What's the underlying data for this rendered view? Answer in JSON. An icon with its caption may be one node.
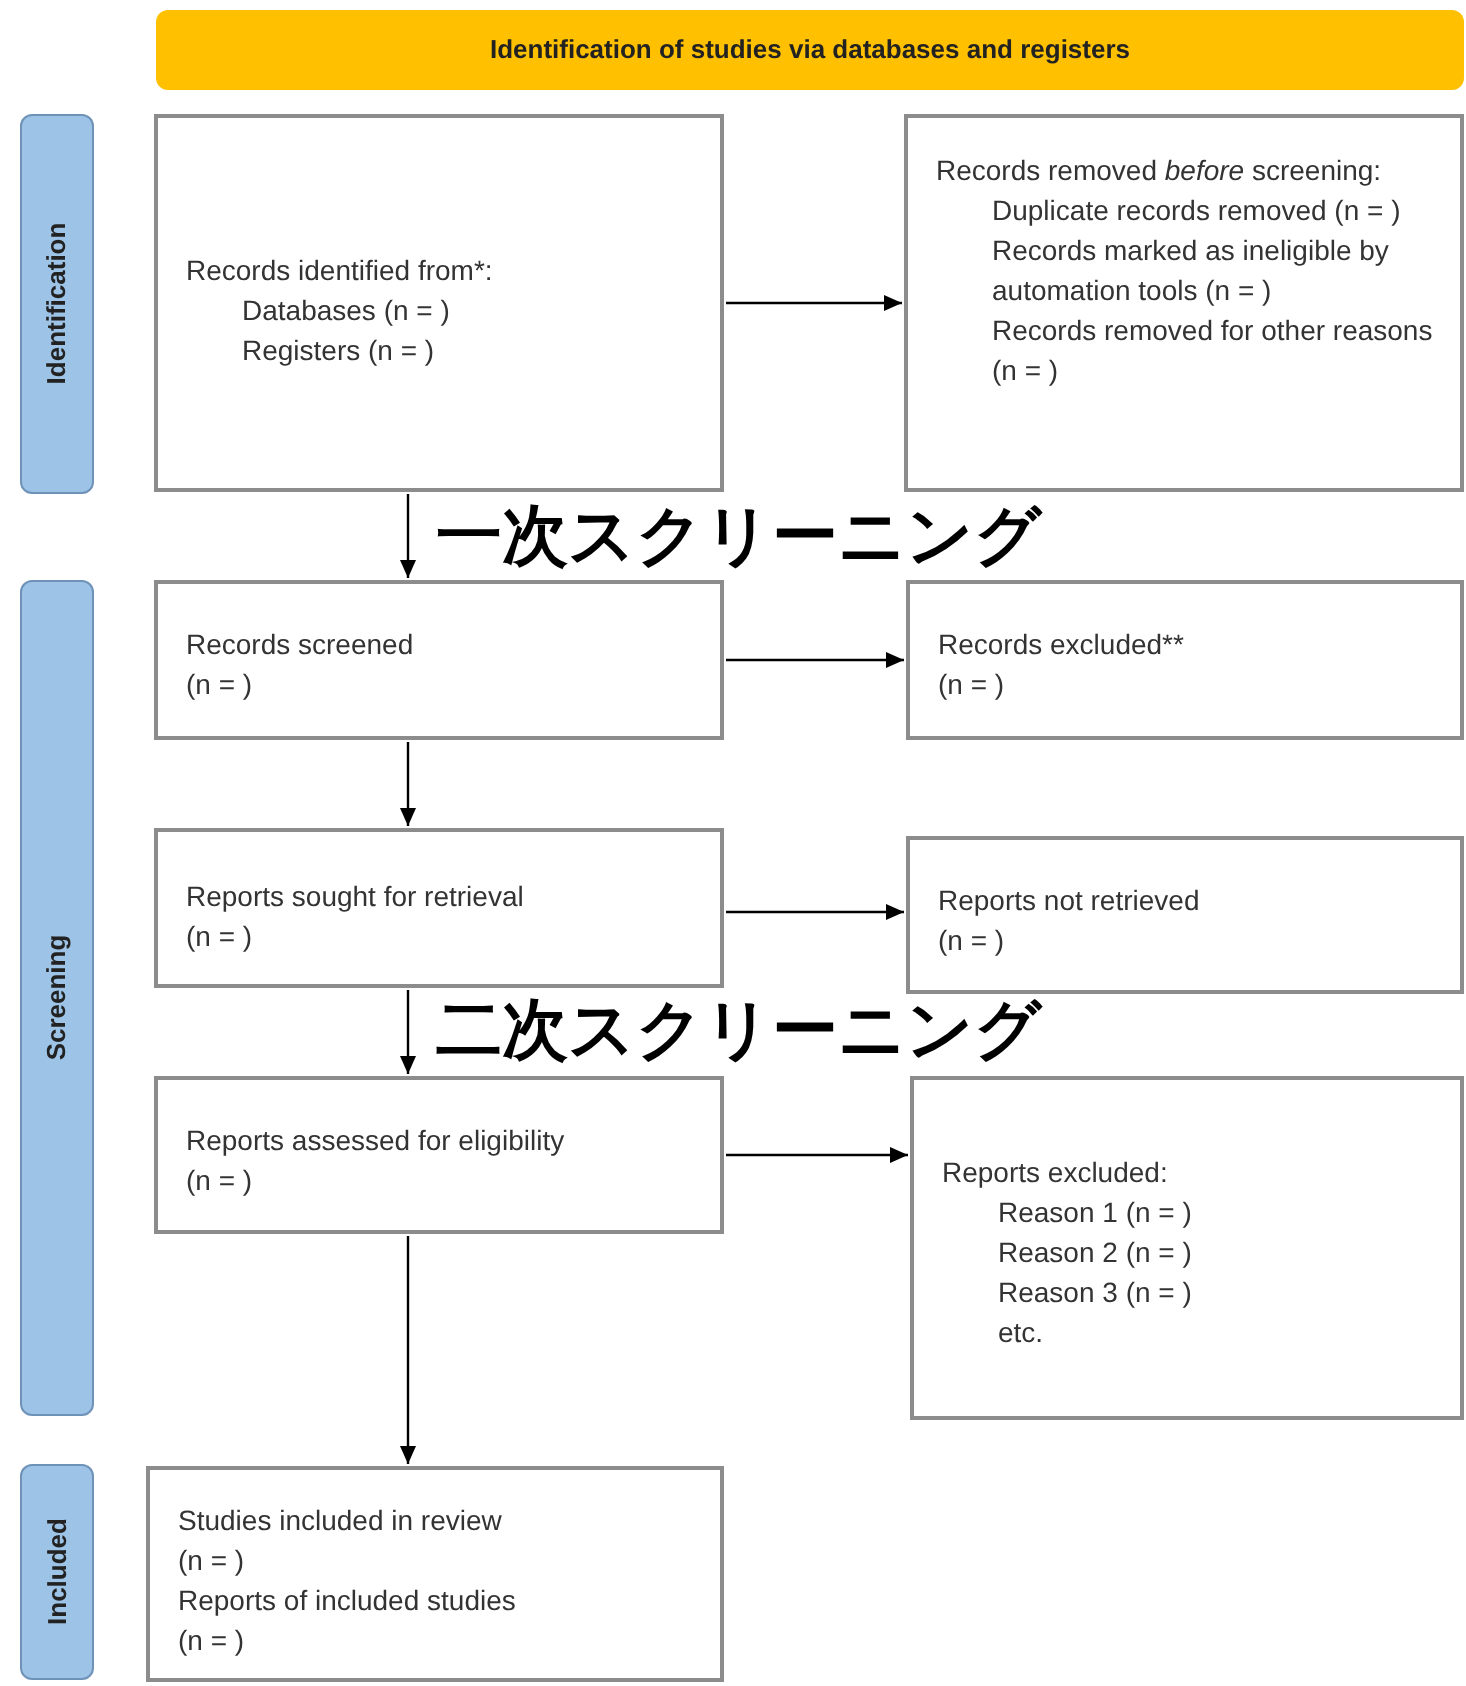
{
  "diagram": {
    "nodes": [
      {
        "text": [
          "Identification of studies via databases and registers"
        ]
      },
      {
        "text": [
          "Identification"
        ]
      },
      {
        "text": [
          "Screening"
        ]
      },
      {
        "text": [
          "Included"
        ]
      },
      {
        "text": [
          "Records identified from*:",
          "Databases (n = )",
          "Registers (n = )"
        ]
      },
      {
        "text": [
          "Records removed *before* screening:",
          "Duplicate records removed (n = )",
          "Records marked as ineligible by automation tools (n = )",
          "Records removed for other reasons (n = )"
        ]
      },
      {
        "text": [
          "Records screened",
          "(n = )"
        ]
      },
      {
        "text": [
          "Records excluded**",
          "(n = )"
        ]
      },
      {
        "text": [
          "Reports sought for retrieval",
          "(n = )"
        ]
      },
      {
        "text": [
          "Reports not retrieved",
          "(n = )"
        ]
      },
      {
        "text": [
          "Reports assessed for eligibility",
          "(n = )"
        ]
      },
      {
        "text": [
          "Reports excluded:",
          "Reason 1 (n = )",
          "Reason 2 (n = )",
          "Reason 3 (n = )",
          "etc."
        ]
      },
      {
        "text": [
          "Studies included in review",
          "(n = )",
          "Reports of included studies",
          "(n = )"
        ]
      }
    ],
    "edges": [
      {
        "from": 4,
        "to": 5,
        "arrow": "to"
      },
      {
        "from": 4,
        "to": 6,
        "arrow": "to"
      },
      {
        "from": 6,
        "to": 7,
        "arrow": "to"
      },
      {
        "from": 6,
        "to": 8,
        "arrow": "to"
      },
      {
        "from": 8,
        "to": 9,
        "arrow": "to"
      },
      {
        "from": 8,
        "to": 10,
        "arrow": "to"
      },
      {
        "from": 10,
        "to": 11,
        "arrow": "to"
      },
      {
        "from": 10,
        "to": 12,
        "arrow": "to"
      }
    ],
    "labels": [
      "一次スクリーニング",
      "二次スクリーニング"
    ]
  }
}
